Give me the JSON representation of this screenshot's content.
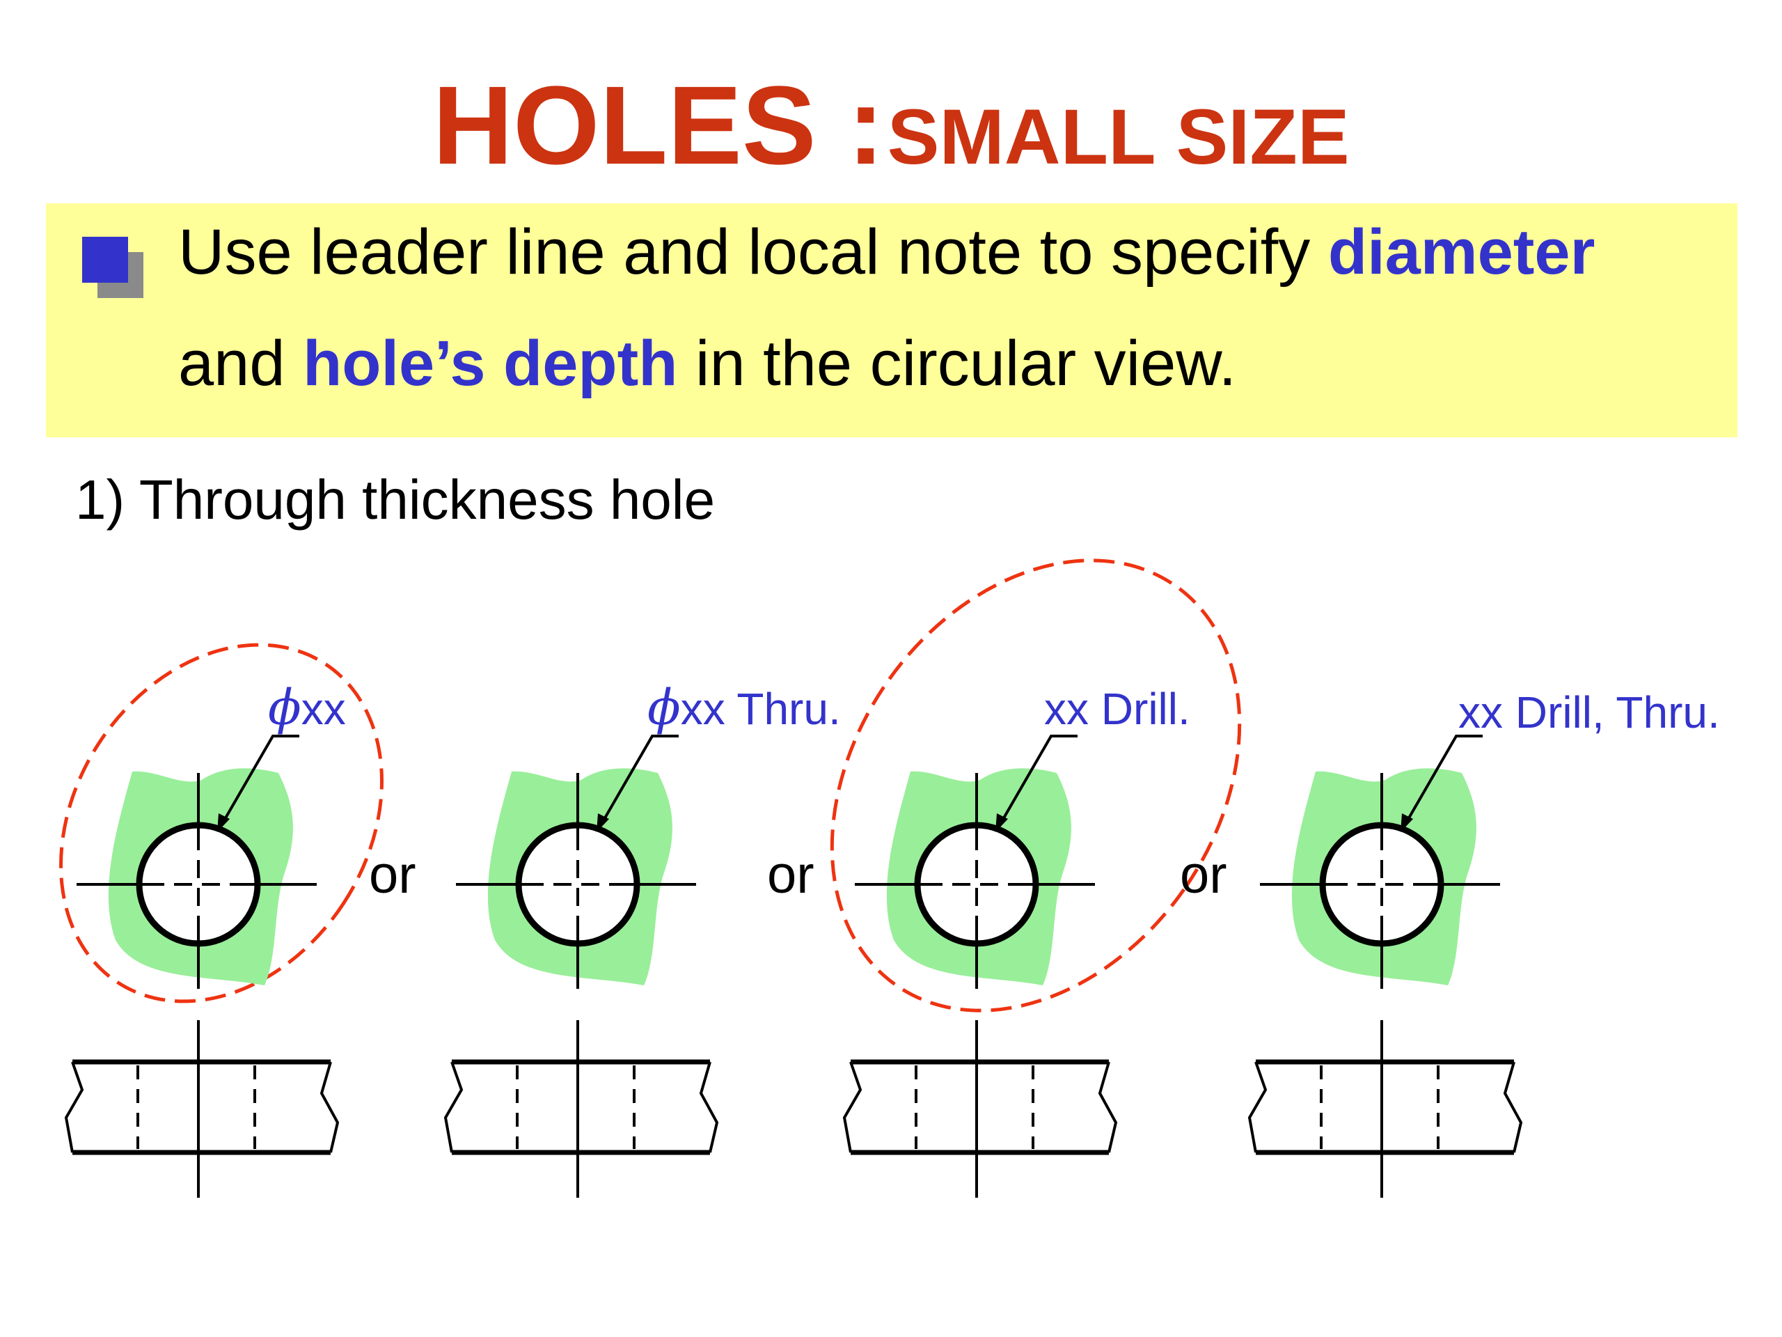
{
  "title": {
    "main": "HOLES :",
    "sub": "SMALL  SIZE"
  },
  "note": {
    "line1_a": "Use leader line and local note to specify ",
    "line1_b": "diameter",
    "line2_a": "and ",
    "line2_b": "hole’s depth",
    "line2_c": " in the circular view."
  },
  "section": "1) Through thickness hole",
  "callouts": [
    {
      "symbol": "ϕ",
      "text": "xx"
    },
    {
      "symbol": "ϕ",
      "text": "xx Thru."
    },
    {
      "symbol": "",
      "text": "xx Drill."
    },
    {
      "symbol": "",
      "text": "xx Drill, Thru."
    }
  ],
  "separators": [
    "or",
    "or",
    "or"
  ],
  "colors": {
    "title": "#cc3311",
    "highlight": "#3333cc",
    "note_background": "#ffff99",
    "fill": "#99ee99",
    "dashed_outline": "#ee3311"
  }
}
